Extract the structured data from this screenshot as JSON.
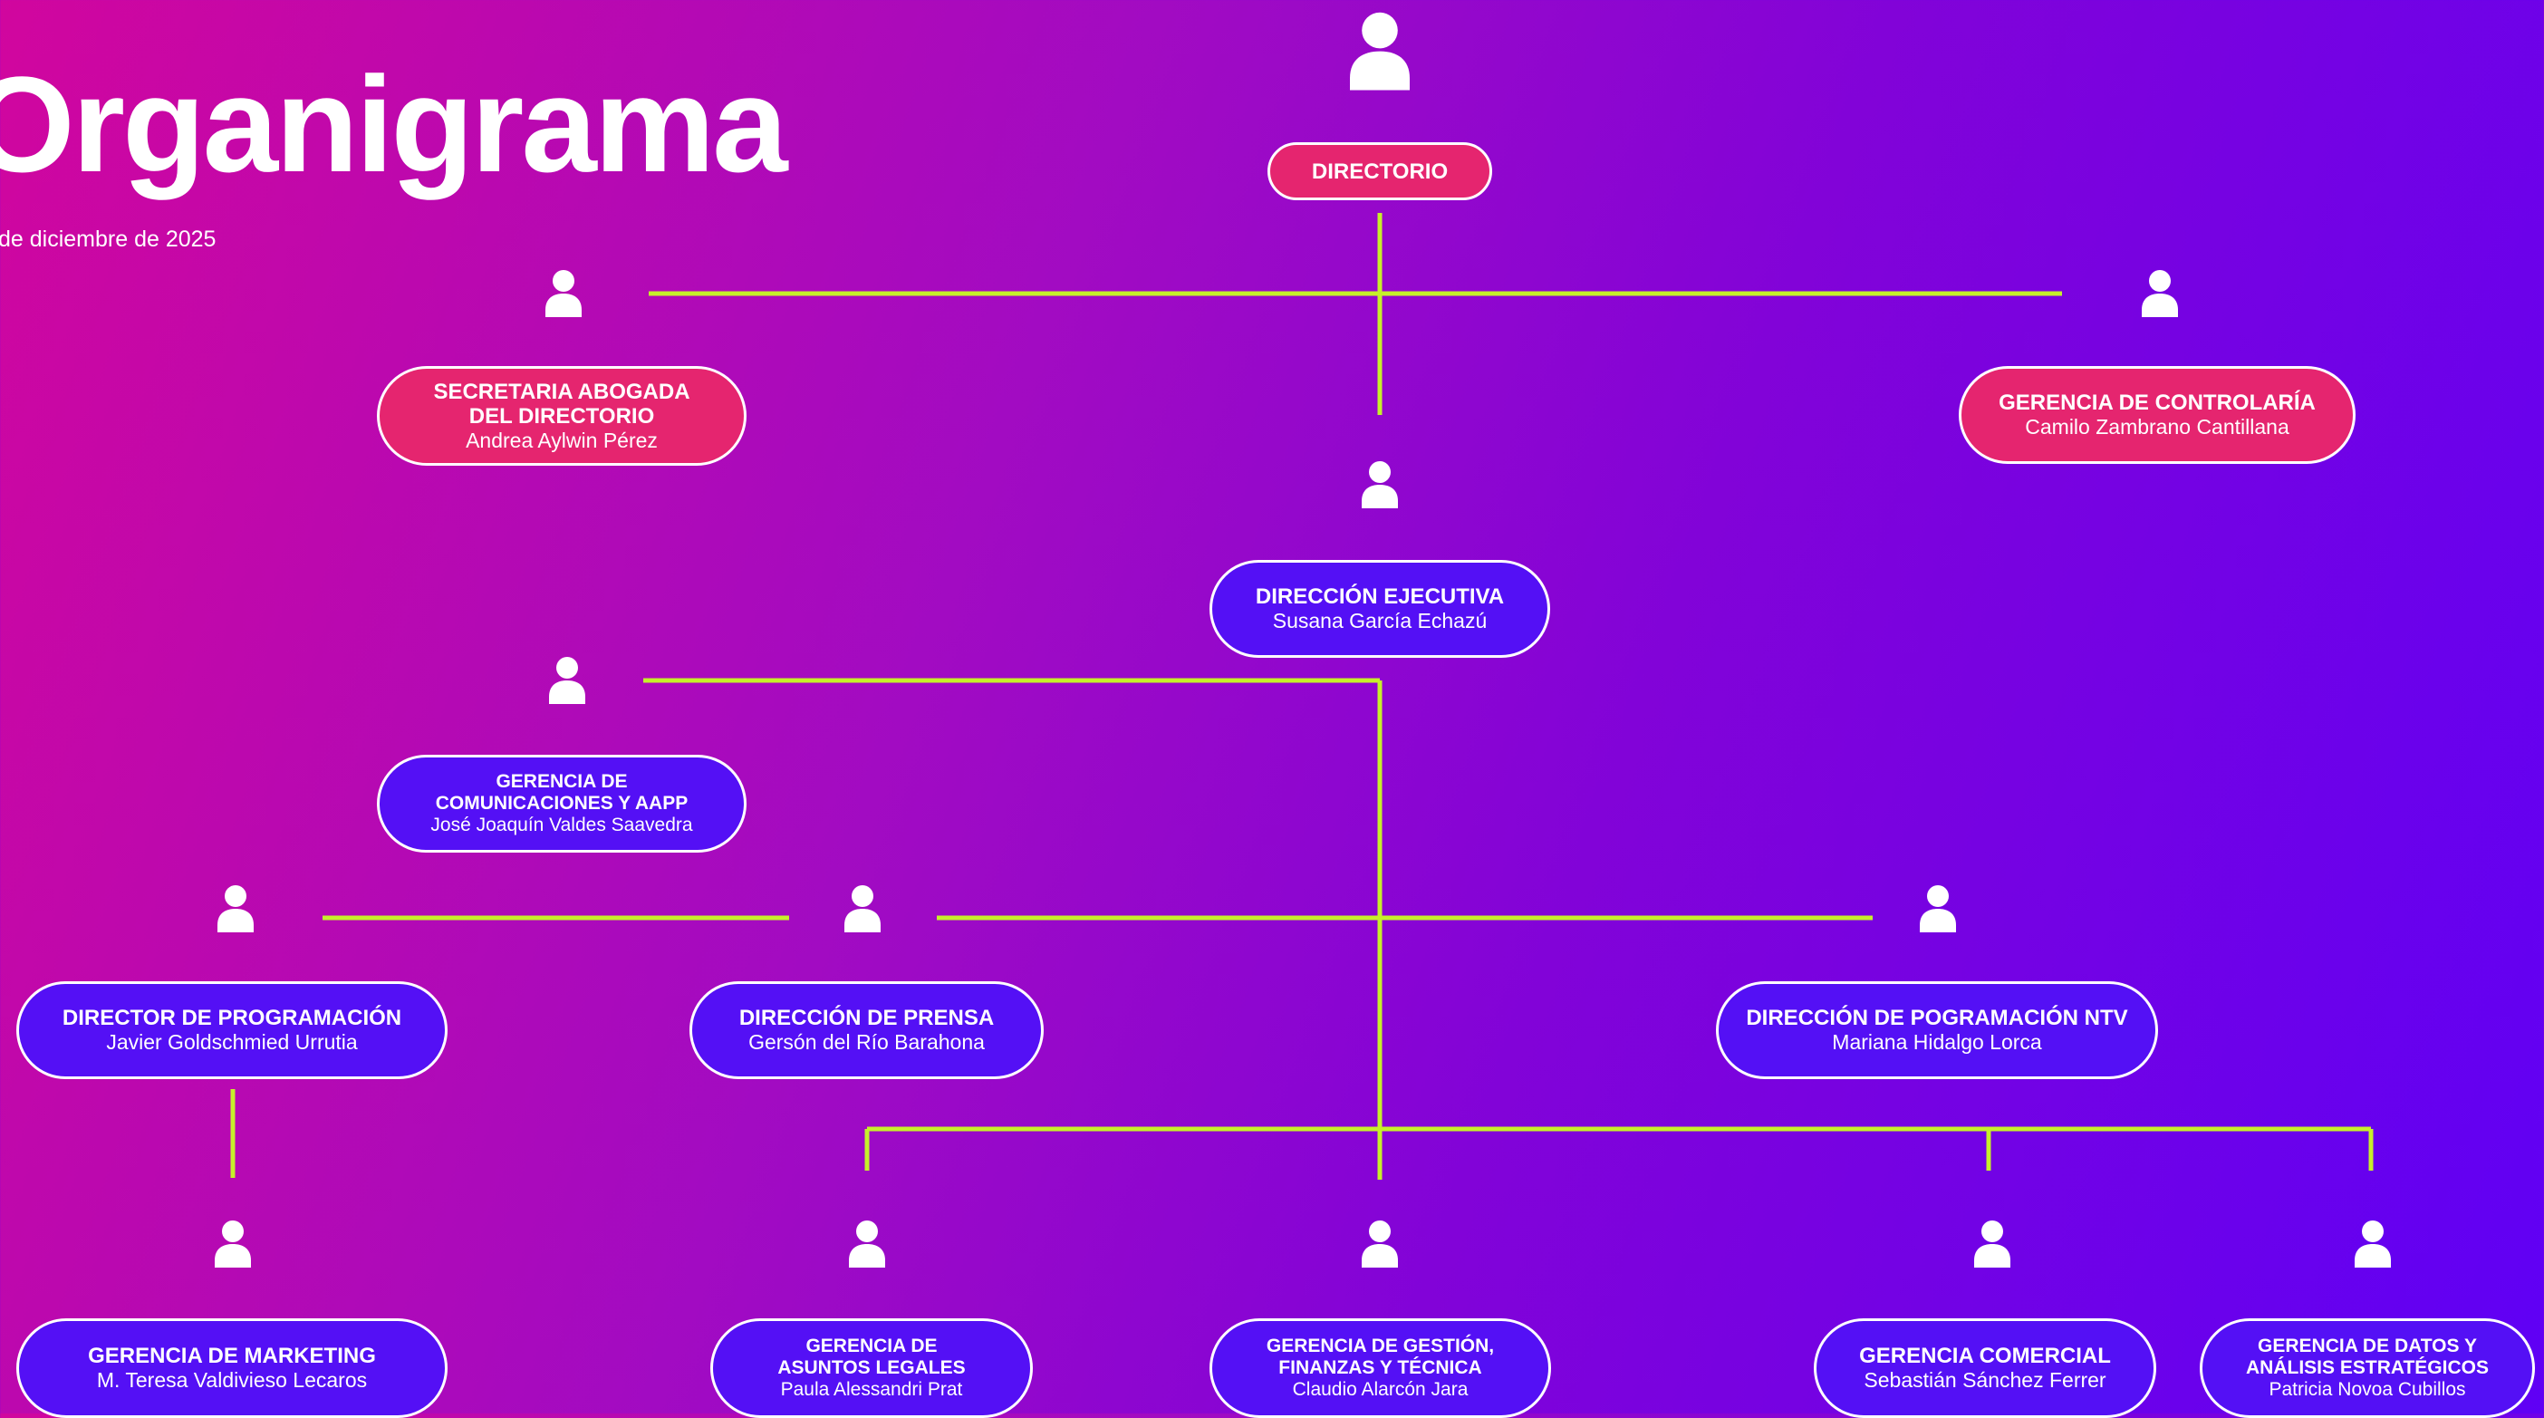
{
  "page": {
    "title": "Organigrama",
    "date": "de diciembre de 2025"
  },
  "colors": {
    "background_start": "#d1069e",
    "background_end": "#5f00f5",
    "connector": "#c6f02a",
    "node_pink": "#e5256f",
    "node_blue": "#5410f5",
    "text": "#ffffff"
  },
  "nodes": {
    "directorio": {
      "title": "DIRECTORIO",
      "name": ""
    },
    "secretaria": {
      "title": "SECRETARIA ABOGADA\nDEL DIRECTORIO",
      "name": "Andrea Aylwin Pérez"
    },
    "contraloria": {
      "title": "GERENCIA DE CONTROLARÍA",
      "name": "Camilo Zambrano Cantillana"
    },
    "ejecutiva": {
      "title": "DIRECCIÓN EJECUTIVA",
      "name": "Susana García Echazú"
    },
    "comunicaciones": {
      "title": "GERENCIA DE\nCOMUNICACIONES Y AAPP",
      "name": "José Joaquín Valdes Saavedra"
    },
    "programacion": {
      "title": "DIRECTOR DE PROGRAMACIÓN",
      "name": "Javier Goldschmied Urrutia"
    },
    "prensa": {
      "title": "DIRECCIÓN DE PRENSA",
      "name": "Gersón del Río Barahona"
    },
    "ntv": {
      "title": "DIRECCIÓN DE POGRAMACIÓN NTV",
      "name": "Mariana Hidalgo Lorca"
    },
    "marketing": {
      "title": "GERENCIA DE MARKETING",
      "name": "M. Teresa Valdivieso Lecaros"
    },
    "legales": {
      "title": "GERENCIA DE\nASUNTOS LEGALES",
      "name": "Paula Alessandri Prat"
    },
    "gestion": {
      "title": "GERENCIA DE GESTIÓN,\nFINANZAS Y TÉCNICA",
      "name": "Claudio Alarcón Jara"
    },
    "comercial": {
      "title": "GERENCIA COMERCIAL",
      "name": "Sebastián Sánchez Ferrer"
    },
    "datos": {
      "title": "GERENCIA DE DATOS Y\nANÁLISIS ESTRATÉGICOS",
      "name": "Patricia Novoa Cubillos"
    }
  }
}
